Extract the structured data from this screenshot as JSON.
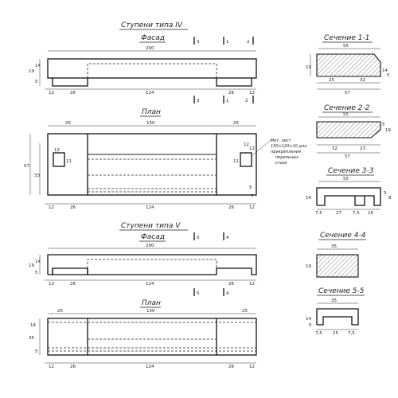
{
  "type_iv": {
    "title": "Ступени типа IV",
    "facade": {
      "label": "Фасад",
      "dims": [
        "200",
        "19",
        "14",
        "5",
        "12",
        "26",
        "124",
        "26",
        "12"
      ],
      "section_marks": [
        "3",
        "1",
        "2",
        "3",
        "1",
        "2"
      ]
    },
    "plan": {
      "label": "План",
      "dims": [
        "25",
        "150",
        "25",
        "57",
        "33",
        "12",
        "26",
        "124",
        "26",
        "12",
        "12",
        "11",
        "12",
        "11",
        "12",
        "5",
        "7"
      ]
    },
    "note": [
      "Мет. лист",
      "150×120×10 для",
      "прикрепления",
      "перильных",
      "стоек"
    ]
  },
  "type_v": {
    "title": "Ступени типа V",
    "facade": {
      "label": "Фасад",
      "dims": [
        "200",
        "19",
        "14",
        "5",
        "12",
        "26",
        "124",
        "26",
        "12"
      ],
      "section_marks": [
        "5",
        "4",
        "5",
        "4"
      ]
    },
    "plan": {
      "label": "План",
      "dims": [
        "25",
        "150",
        "25",
        "14",
        "35",
        "5",
        "12",
        "26",
        "124",
        "26",
        "12"
      ]
    }
  },
  "sections": [
    {
      "label": "Сечение 1-1",
      "dims": [
        "55",
        "19",
        "25",
        "32",
        "57",
        "14",
        "5"
      ]
    },
    {
      "label": "Сечение 2-2",
      "dims": [
        "55",
        "19",
        "5",
        "32",
        "23",
        "57"
      ]
    },
    {
      "label": "Сечение 3-3",
      "dims": [
        "55",
        "14",
        "5",
        "8",
        "7,5",
        "27",
        "7,5",
        "16"
      ]
    },
    {
      "label": "Сечение 4-4",
      "dims": [
        "35",
        "19"
      ]
    },
    {
      "label": "Сечение 5-5",
      "dims": [
        "35",
        "14",
        "5",
        "7,5",
        "25",
        "7,5"
      ]
    }
  ]
}
